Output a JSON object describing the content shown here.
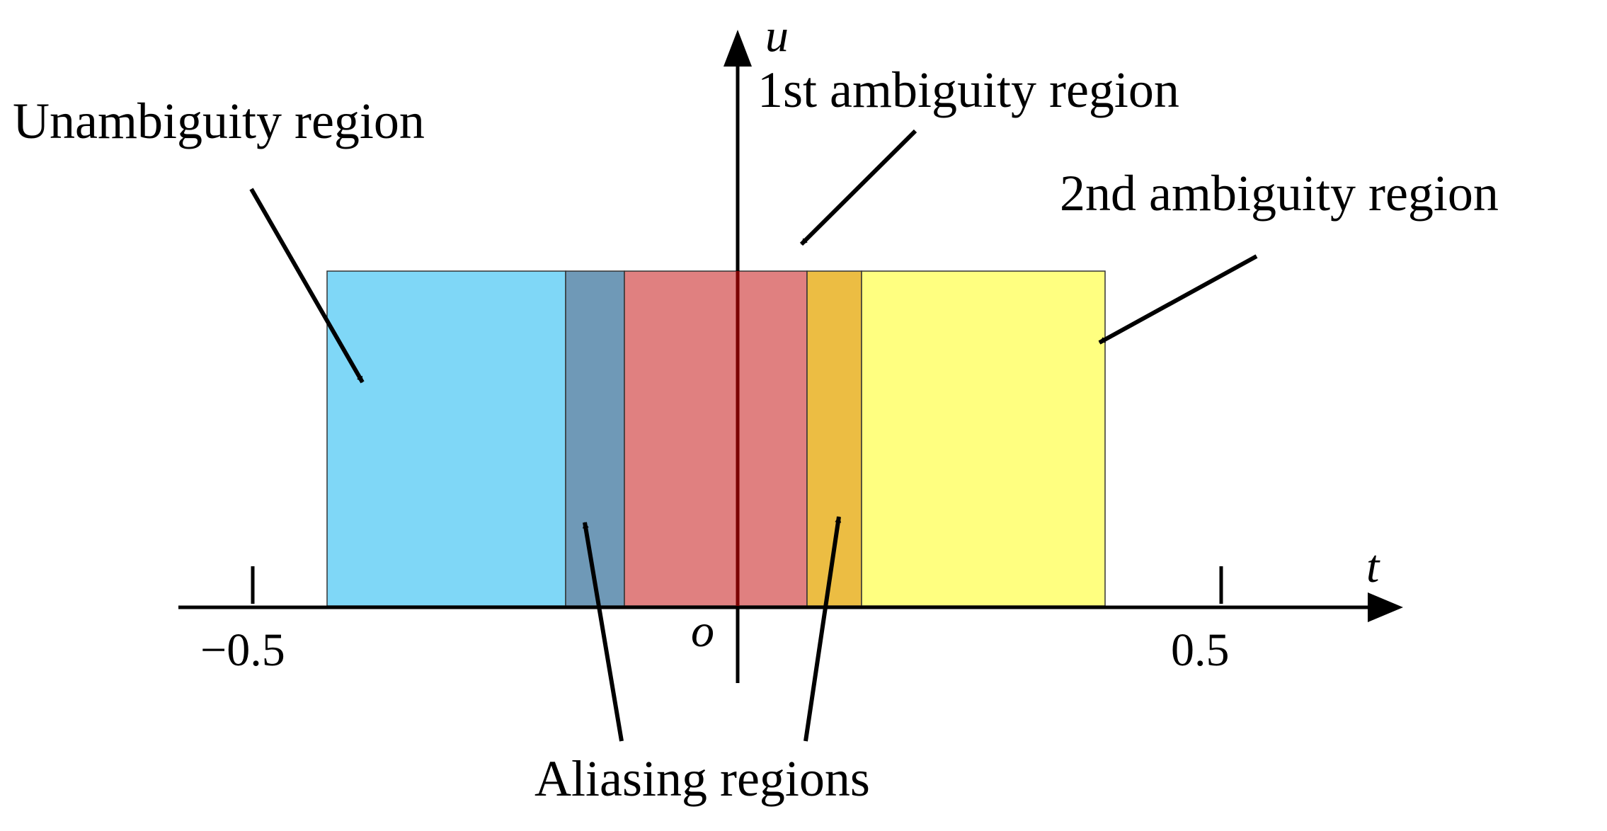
{
  "diagram": {
    "axes": {
      "horizontal_label": "t",
      "vertical_label": "u",
      "origin_label": "o",
      "tick_left_label": "−0.5",
      "tick_right_label": "0.5"
    },
    "labels": {
      "unambiguity": "Unambiguity region",
      "first_ambiguity": "1st ambiguity region",
      "second_ambiguity": "2nd ambiguity region",
      "aliasing": "Aliasing regions"
    },
    "colors": {
      "unambiguity": "#7fd7f7",
      "aliasing_left": "#6f99b7",
      "first_ambiguity": "#e08080",
      "aliasing_right": "#ecbd43",
      "second_ambiguity": "#ffff80",
      "axis_through_region": "#7a0000",
      "axis": "#000000"
    }
  }
}
